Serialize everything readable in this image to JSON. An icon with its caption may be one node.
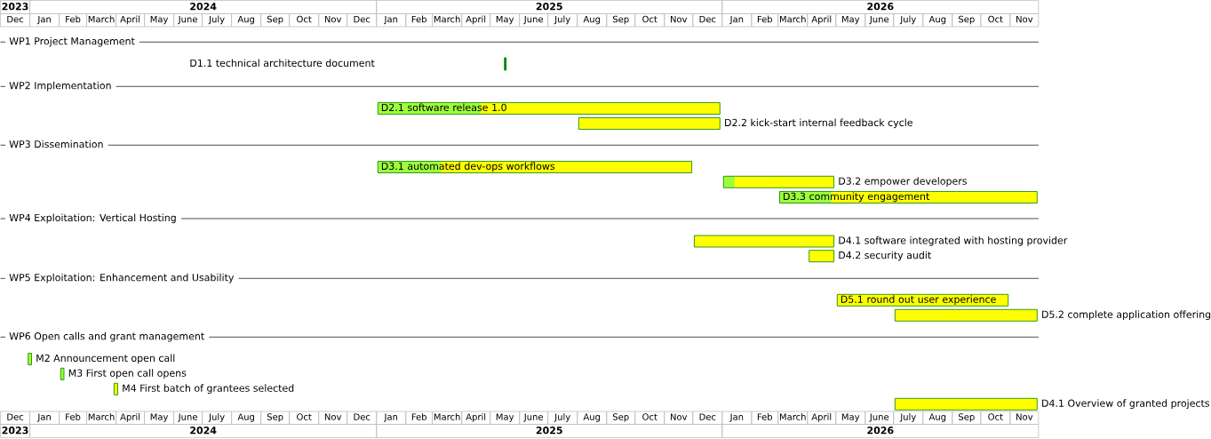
{
  "diagram": {
    "nodes": [
      {
        "text": [],
        "shape": "bar"
      },
      {
        "text": [
          "D2.1 software release 1.0"
        ]
      },
      {
        "text": [],
        "shape": "bar",
        "beside": [
          "D2.2 kick-start internal feedback cycle"
        ]
      },
      {
        "text": [
          "D3.1 automated dev-ops workflows"
        ]
      },
      {
        "text": [],
        "shape": "bar",
        "beside": [
          "D3.2 empower developers"
        ]
      },
      {
        "text": [
          "D3.3 community engagement"
        ]
      },
      {
        "text": [],
        "shape": "bar",
        "beside": [
          "D4.1 software integrated with hosting provider"
        ]
      },
      {
        "text": [],
        "shape": "bar",
        "beside": [
          "D4.2 security audit"
        ]
      },
      {
        "text": [
          "D5.1 round out user experience"
        ]
      },
      {
        "text": [],
        "shape": "bar",
        "beside": [
          "D5.2 complete application offering"
        ]
      },
      {
        "text": [],
        "shape": "bar",
        "beside": [
          "M2 Announcement open call"
        ]
      },
      {
        "text": [],
        "shape": "bar",
        "beside": [
          "M3 First open call opens"
        ]
      },
      {
        "text": [],
        "shape": "bar",
        "beside": [
          "M4 First batch of grantees selected"
        ]
      },
      {
        "text": [],
        "shape": "bar",
        "beside": [
          "D4.1 Overview of granted projects"
        ]
      }
    ],
    "labels": [
      "2023",
      "2024",
      "2025",
      "2026",
      "Dec",
      "Jan",
      "Feb",
      "March",
      "April",
      "May",
      "June",
      "July",
      "Aug",
      "Sep",
      "Oct",
      "Nov",
      "Dec",
      "Jan",
      "Feb",
      "March",
      "April",
      "May",
      "June",
      "July",
      "Aug",
      "Sep",
      "Oct",
      "Nov",
      "Dec",
      "Jan",
      "Feb",
      "March",
      "April",
      "May",
      "June",
      "July",
      "Aug",
      "Sep",
      "Oct",
      "Nov",
      "WP1 Project Management",
      "D1.1 technical architecture document",
      "WP2 Implementation",
      "WP3 Dissemination",
      "WP4 Exploitation: Vertical Hosting",
      "WP5 Exploitation: Enhancement and Usability",
      "WP6 Open calls and grant management",
      "Dec",
      "Jan",
      "Feb",
      "March",
      "April",
      "May",
      "June",
      "July",
      "Aug",
      "Sep",
      "Oct",
      "Nov",
      "Dec",
      "Jan",
      "Feb",
      "March",
      "April",
      "May",
      "June",
      "July",
      "Aug",
      "Sep",
      "Oct",
      "Nov",
      "Dec",
      "Jan",
      "Feb",
      "March",
      "April",
      "May",
      "June",
      "July",
      "Aug",
      "Sep",
      "Oct",
      "Nov",
      "2023",
      "2024",
      "2025",
      "2026"
    ]
  }
}
